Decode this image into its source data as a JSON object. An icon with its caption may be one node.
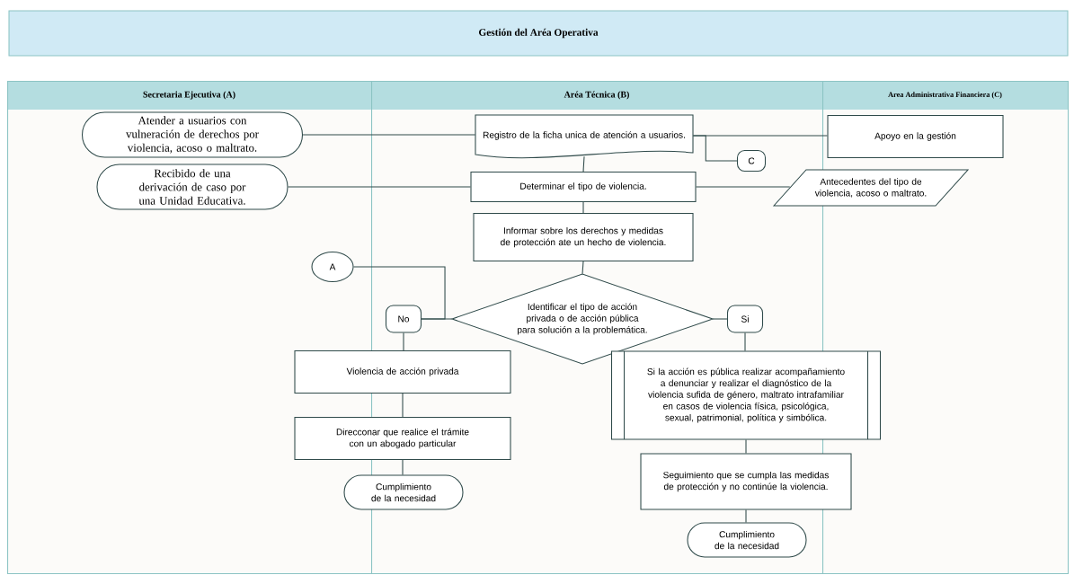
{
  "diagram": {
    "title": "Gestión del Aréa Operativa",
    "nodes": [
      {
        "text": [
          "Secretaria Ejecutiva (A)"
        ]
      },
      {
        "text": [
          "Aréa Técnica (B)"
        ]
      },
      {
        "text": [
          "Area Administrativa Financiera (C)"
        ]
      },
      {
        "text": [
          "Atender a usuarios con vulneración de derechos por violencia, acoso o maltrato."
        ],
        "in": 0
      },
      {
        "text": [
          "Recibido de una derivación de caso por una Unidad Educativa."
        ],
        "in": 0
      },
      {
        "text": [
          "Registro de la ficha unica de atención a usuarios."
        ],
        "in": 1
      },
      {
        "text": [
          "Apoyo en la gestión"
        ],
        "in": 2
      },
      {
        "text": [
          "C"
        ],
        "in": 1
      },
      {
        "text": [
          "Determinar el tipo de violencia."
        ],
        "in": 1
      },
      {
        "text": [
          "Antecedentes del tipo de violencia, acoso o maltrato."
        ]
      },
      {
        "text": [
          "Informar sobre los derechos y medidas de protección ate un hecho de violencia."
        ],
        "in": 1
      },
      {
        "text": [
          "A"
        ],
        "in": 0
      },
      {
        "text": [
          "Identificar el tipo de acción privada o de acción pública para solución a la problemática."
        ],
        "in": 1
      },
      {
        "text": [
          "No"
        ],
        "in": 1
      },
      {
        "text": [
          "Si"
        ],
        "in": 1
      },
      {
        "text": [
          "Violencia de acción privada"
        ]
      },
      {
        "text": [
          "Direcconar que realice el trámite con un abogado particular"
        ]
      },
      {
        "text": [
          "Cumplimiento de la necesidad"
        ]
      },
      {
        "text": [
          "Si la acción es pública realizar acompañamiento a denunciar y realizar el diagnóstico de la violencia sufida de género, maltrato intrafamiliar en casos de violencia física, psicológica, sexual, patrimonial, política y simbólica."
        ]
      },
      {
        "text": [
          "Seguimiento que se cumpla las medidas de protección y no continúe la violencia."
        ]
      },
      {
        "text": [
          "Cumplimiento de la necesidad"
        ],
        "in": 1
      }
    ],
    "edges": [
      {
        "from": 3,
        "to": 5,
        "arrow": "none"
      },
      {
        "from": 4,
        "to": 8,
        "arrow": "none"
      },
      {
        "from": 5,
        "to": 6,
        "arrow": "none"
      },
      {
        "from": 5,
        "to": 7,
        "arrow": "none"
      },
      {
        "from": 5,
        "to": 8,
        "arrow": "none"
      },
      {
        "from": 8,
        "to": 9,
        "arrow": "none"
      },
      {
        "from": 8,
        "to": 10,
        "arrow": "none"
      },
      {
        "from": 10,
        "to": 12,
        "arrow": "none"
      },
      {
        "from": 11,
        "to": 13,
        "arrow": "none"
      },
      {
        "from": 12,
        "to": 13,
        "arrow": "none"
      },
      {
        "from": 12,
        "to": 14,
        "arrow": "none"
      },
      {
        "from": 13,
        "to": 15,
        "arrow": "none"
      },
      {
        "from": 15,
        "to": 16,
        "arrow": "none"
      },
      {
        "from": 16,
        "to": 17,
        "arrow": "none"
      },
      {
        "from": 14,
        "to": 18,
        "arrow": "none"
      },
      {
        "from": 18,
        "to": 19,
        "arrow": "none"
      },
      {
        "from": 19,
        "to": 20,
        "arrow": "none"
      }
    ]
  }
}
